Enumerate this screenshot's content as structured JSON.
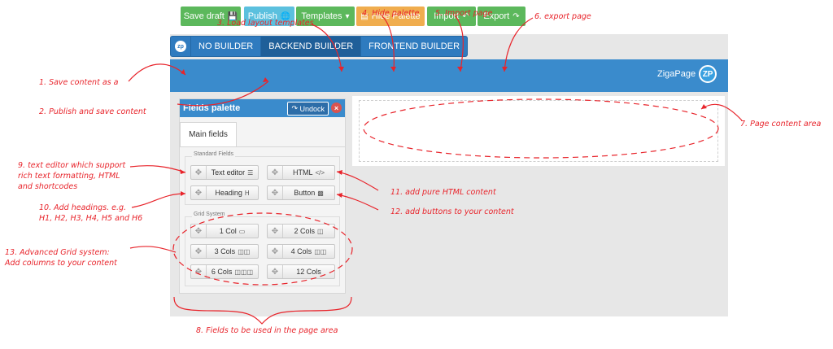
{
  "modebar": {
    "modes": [
      "NO BUILDER",
      "BACKEND BUILDER",
      "FRONTEND BUILDER"
    ],
    "active_index": 1
  },
  "toolbar": {
    "save_draft": "Save draft",
    "publish": "Publish",
    "templates": "Templates",
    "hide_palette": "Hide Palette",
    "import": "Import",
    "export": "Export",
    "brand": "ZigaPage",
    "brand_logo": "ZP",
    "colors": {
      "bar": "#3a8bcc",
      "green": "#5cb85c",
      "cyan": "#5bc0de",
      "orange": "#f0ad4e"
    }
  },
  "palette": {
    "title": "Fields palette",
    "undock": "Undock",
    "tab": "Main fields",
    "standard_legend": "Standard Fields",
    "grid_legend": "Grid System",
    "standard_fields": [
      "Text editor",
      "HTML",
      "Heading",
      "Button"
    ],
    "grid_fields": [
      "1 Col",
      "2 Cols",
      "3 Cols",
      "4 Cols",
      "6 Cols",
      "12 Cols"
    ]
  },
  "annotations": {
    "a1": "1.  Save content as a",
    "a2": "2.  Publish and save content",
    "a3": "3.  Load layout templates",
    "a4": "4.  Hide palette",
    "a5": "5.  Import page",
    "a6": "6.  export page",
    "a7": "7.  Page content area",
    "a8": "8.  Fields to be used in the page area",
    "a9_1": "9. text editor which support",
    "a9_2": "rich text formatting, HTML",
    "a9_3": "and shortcodes",
    "a10_1": "10. Add headings. e.g.",
    "a10_2": "H1, H2, H3, H4, H5 and H6",
    "a11": "11. add pure HTML content",
    "a12": "12. add buttons to your content",
    "a13_1": "13. Advanced Grid system:",
    "a13_2": "Add columns to your content",
    "color": "#e8242b"
  }
}
